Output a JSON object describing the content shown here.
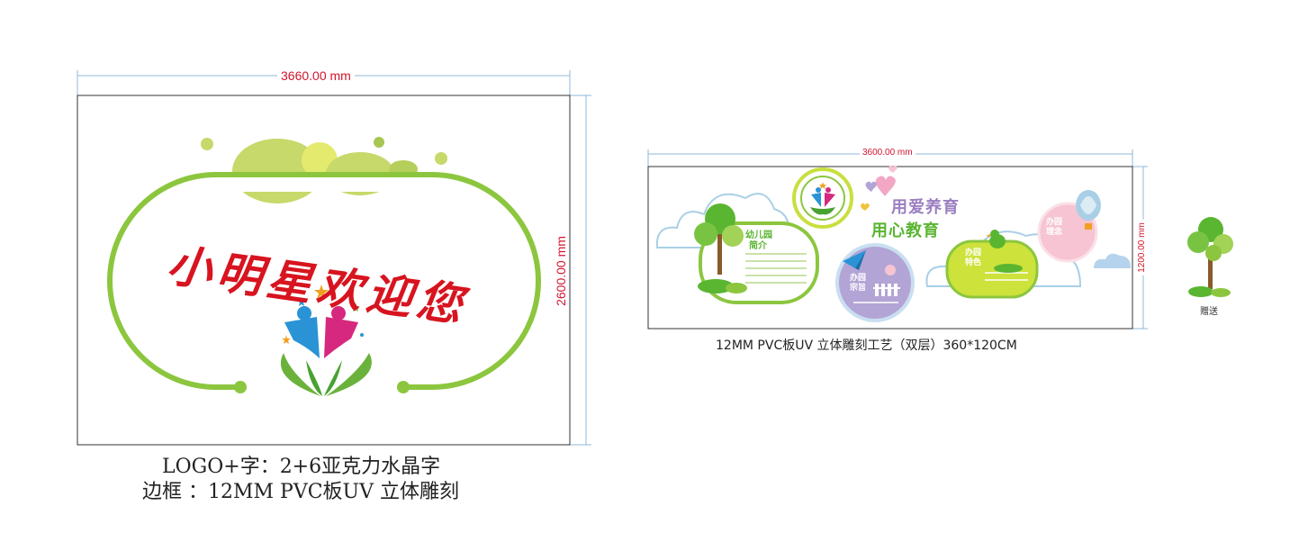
{
  "left_board": {
    "width_dim": "3660.00 mm",
    "height_dim": "2600.00 mm",
    "title": "小明星欢迎您",
    "caption_line1": "LOGO+字：2+6亚克力水晶字",
    "caption_line2": "边框 ：12MM PVC板UV 立体雕刻"
  },
  "right_board": {
    "width_dim": "3600.00 mm",
    "height_dim": "1200.00 mm",
    "panel_intro": "幼儿园简介",
    "panel_intro_l1": "幼儿园",
    "panel_intro_l2": "简介",
    "panel_purpose_l1": "办园",
    "panel_purpose_l2": "宗旨",
    "panel_feature_l1": "办园",
    "panel_feature_l2": "特色",
    "panel_concept_l1": "办园",
    "panel_concept_l2": "理念",
    "slogan_line1": "用爱养育",
    "slogan_line2": "用心教育",
    "caption": "12MM PVC板UV 立体雕刻工艺（双层）360*120CM"
  },
  "gift": {
    "label": "赠送"
  },
  "colors": {
    "dimension_red": "#d0142c",
    "dimension_line": "#8fb8d8",
    "frame_green": "#8cc63f",
    "title_red": "#d7141f",
    "slogan_purple": "#9b7fc0",
    "slogan_green": "#5ab531",
    "accent_pink": "#e8508e",
    "accent_blue": "#2a93d5",
    "lavender": "#b3a4d6",
    "lime": "#cde23a",
    "pink_soft": "#f6c4d2"
  },
  "icons": [
    "logo-people-icon",
    "tree-icon",
    "cloud-icon",
    "paper-plane-icon",
    "bird-icon",
    "hot-air-balloon-icon",
    "heart-icon",
    "fence-icon"
  ]
}
